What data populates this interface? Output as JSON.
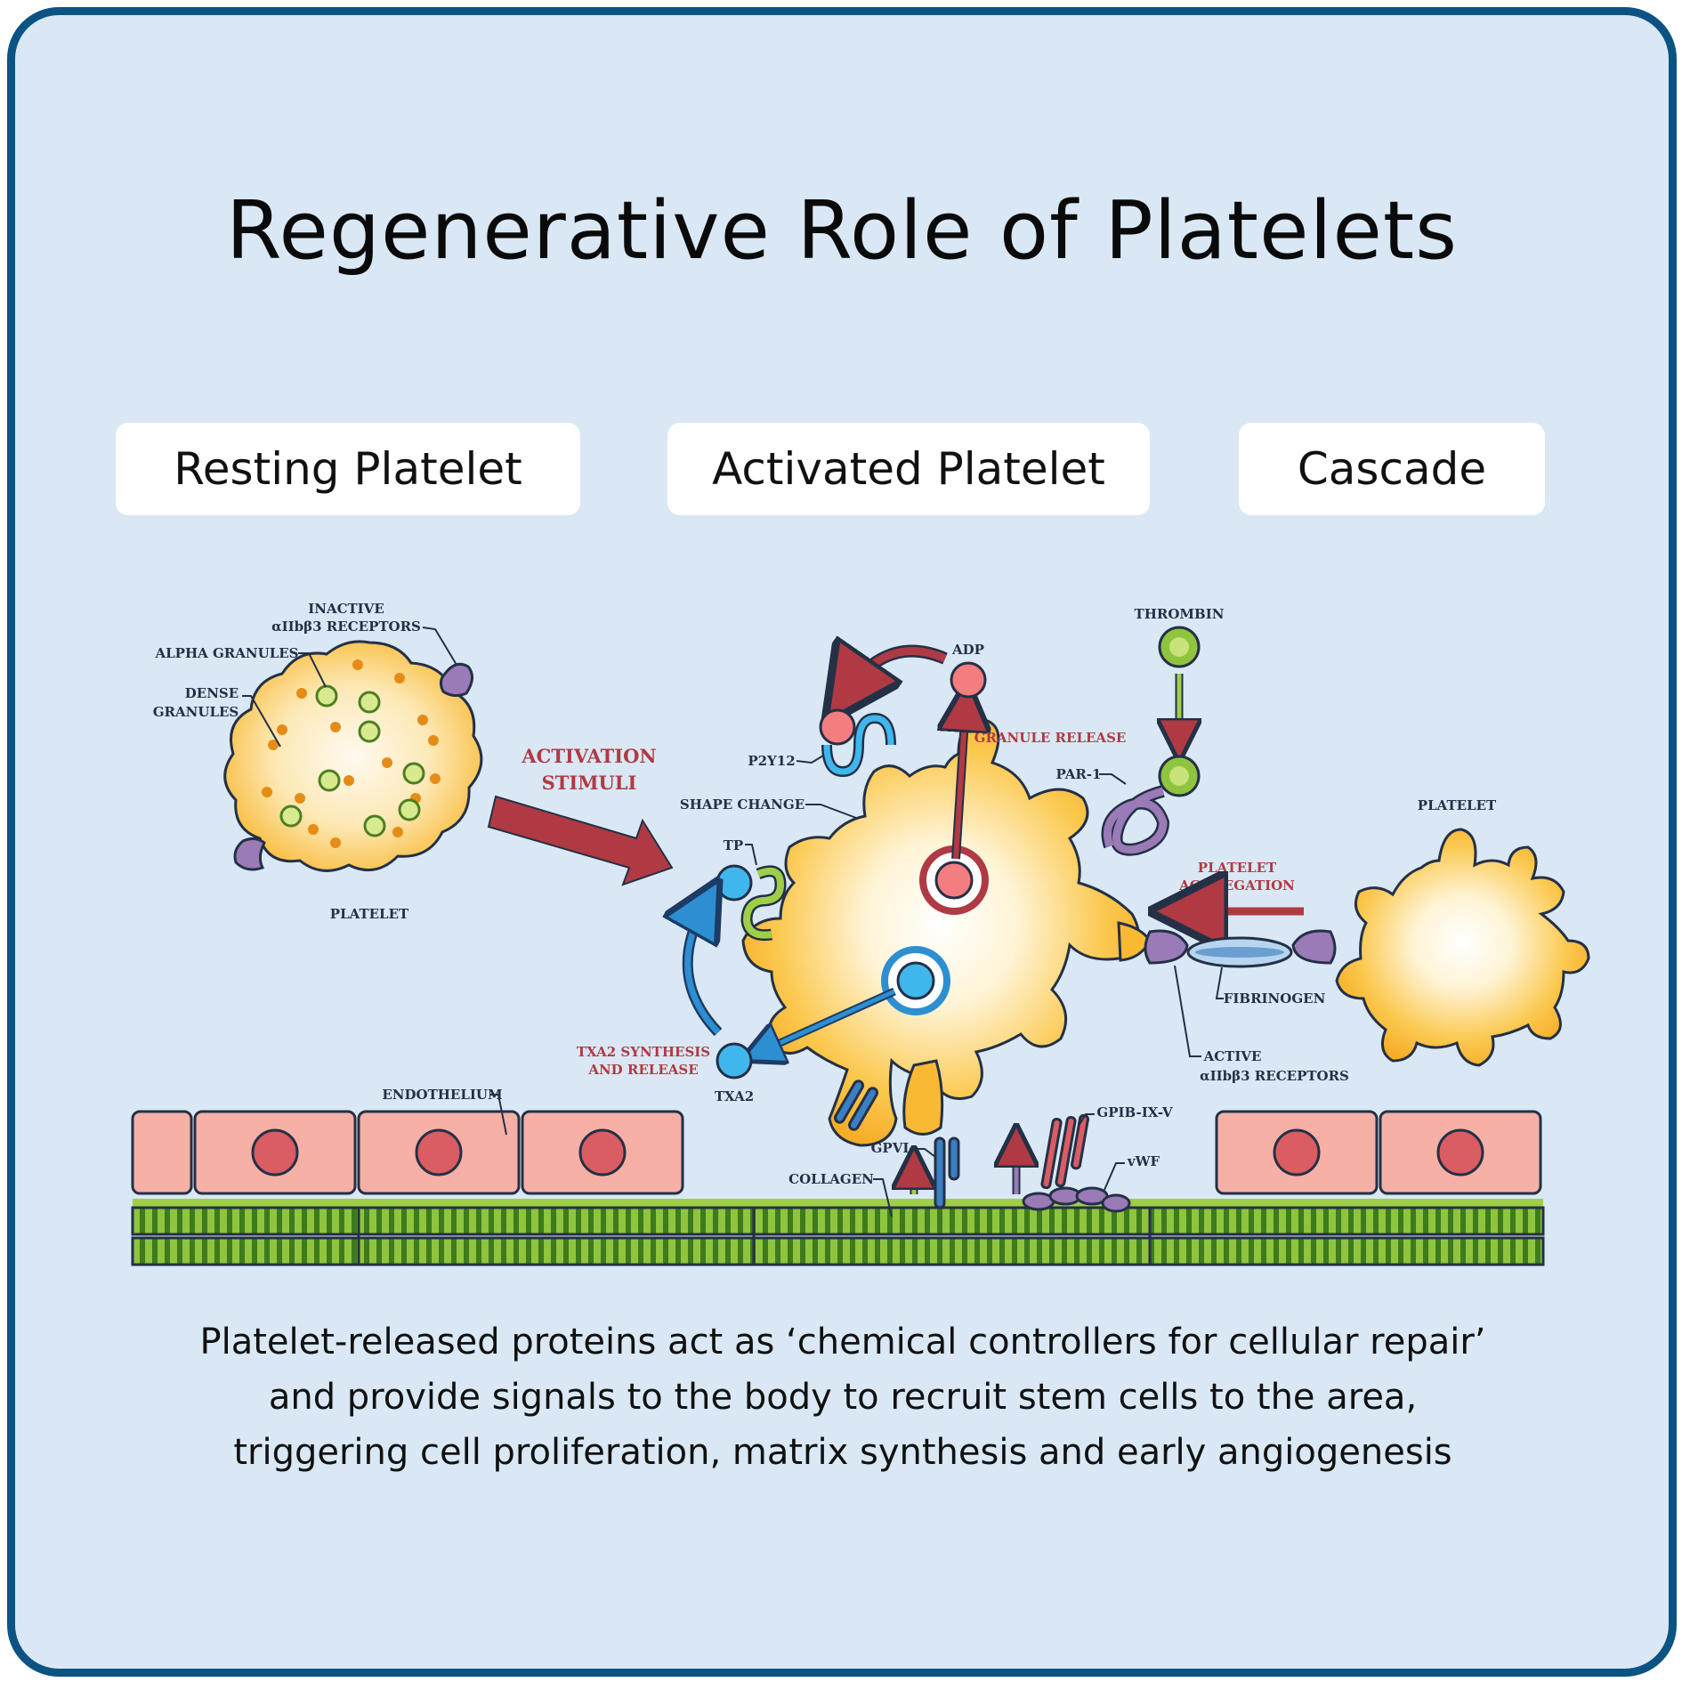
{
  "title": "Regenerative Role of Platelets",
  "tabs": [
    "Resting Platelet",
    "Activated Platelet",
    "Cascade"
  ],
  "labels": {
    "inactive_1": "INACTIVE",
    "inactive_2": "αIIbβ3 RECEPTORS",
    "alpha_granules": "ALPHA GRANULES",
    "dense_1": "DENSE",
    "dense_2": "GRANULES",
    "platelet_left": "PLATELET",
    "activation_1": "ACTIVATION",
    "activation_2": "STIMULI",
    "adp": "ADP",
    "granule_release": "GRANULE RELEASE",
    "thrombin": "THROMBIN",
    "par1": "PAR-1",
    "p2y12": "P2Y12",
    "shape_change": "SHAPE CHANGE",
    "tp": "TP",
    "txa2_synth_1": "TXA2 SYNTHESIS",
    "txa2_synth_2": "AND RELEASE",
    "txa2": "TXA2",
    "platelet_right": "PLATELET",
    "aggregation_1": "PLATELET",
    "aggregation_2": "AGGREGATION",
    "fibrinogen": "FIBRINOGEN",
    "active_1": "ACTIVE",
    "active_2": "αIIbβ3 RECEPTORS",
    "endothelium": "ENDOTHELIUM",
    "gpib": "GPIB-IX-V",
    "gpvi": "GPVI",
    "vwf": "vWF",
    "collagen": "COLLAGEN"
  },
  "caption": [
    "Platelet-released proteins act as ‘chemical controllers for cellular repair’",
    "and provide signals to the body to recruit stem cells to the area,",
    "triggering cell proliferation, matrix synthesis and early angiogenesis"
  ],
  "colors": {
    "border": "#0b5382",
    "background": "#d9e8f4",
    "platelet": "#f9b933",
    "accent_red": "#b03a43",
    "collagen": "#6aa32b",
    "endothelium": "#f4a79c"
  }
}
